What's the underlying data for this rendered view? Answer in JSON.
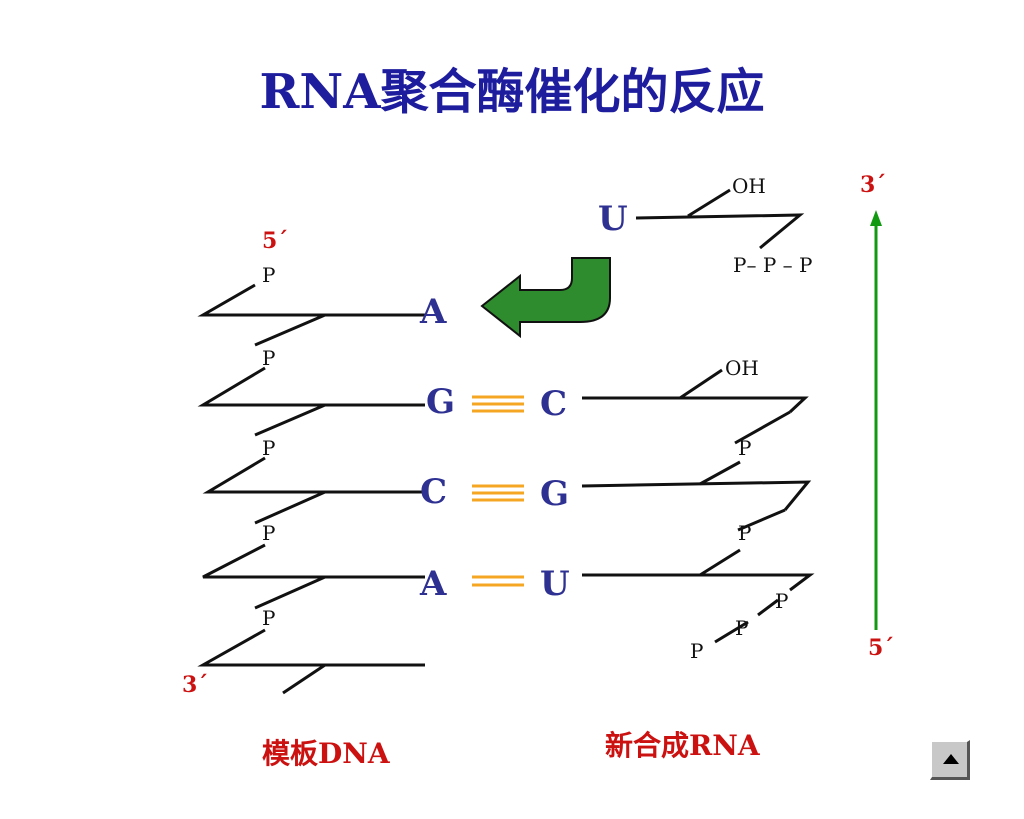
{
  "slide": {
    "title": "RNA聚合酶催化的反应",
    "template_caption": "模板DNA",
    "new_caption": "新合成RNA"
  },
  "template_strand": {
    "five_prime": "5´",
    "three_prime": "3´",
    "phosphate": "P",
    "bases": [
      "A",
      "G",
      "C",
      "A"
    ]
  },
  "rna_strand": {
    "bases": [
      "C",
      "G",
      "U"
    ],
    "hydroxyl": "OH",
    "phosphate": "P"
  },
  "incoming_nucleotide": {
    "base": "U",
    "hydroxyl": "OH",
    "triphosphate": "P– P – P"
  },
  "direction_arrow": {
    "top_label": "3´",
    "bottom_label": "5´"
  },
  "base_pair_bonds": [
    3,
    3,
    2
  ],
  "colors": {
    "title": "#1d1d9e",
    "base_letters": "#2e3192",
    "end_labels": "#cc1111",
    "bonds": "#f5a623",
    "arrow_green": "#2e8b2e",
    "direction_line": "#119911"
  }
}
